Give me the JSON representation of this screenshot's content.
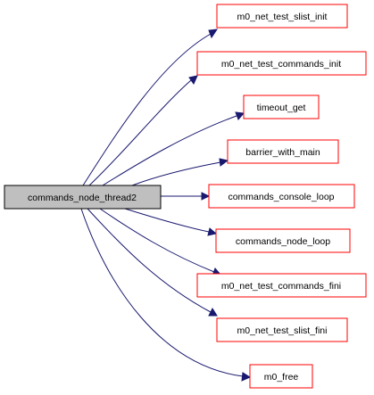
{
  "diagram": {
    "root": {
      "label": "commands_node_thread2"
    },
    "callees": [
      {
        "label": "m0_net_test_slist_init"
      },
      {
        "label": "m0_net_test_commands_init"
      },
      {
        "label": "timeout_get"
      },
      {
        "label": "barrier_with_main"
      },
      {
        "label": "commands_console_loop"
      },
      {
        "label": "commands_node_loop"
      },
      {
        "label": "m0_net_test_commands_fini"
      },
      {
        "label": "m0_net_test_slist_fini"
      },
      {
        "label": "m0_free"
      }
    ],
    "colors": {
      "root_fill": "#bfbfbf",
      "root_border": "#000000",
      "callee_border": "#ff0000",
      "edge": "#191970"
    }
  }
}
